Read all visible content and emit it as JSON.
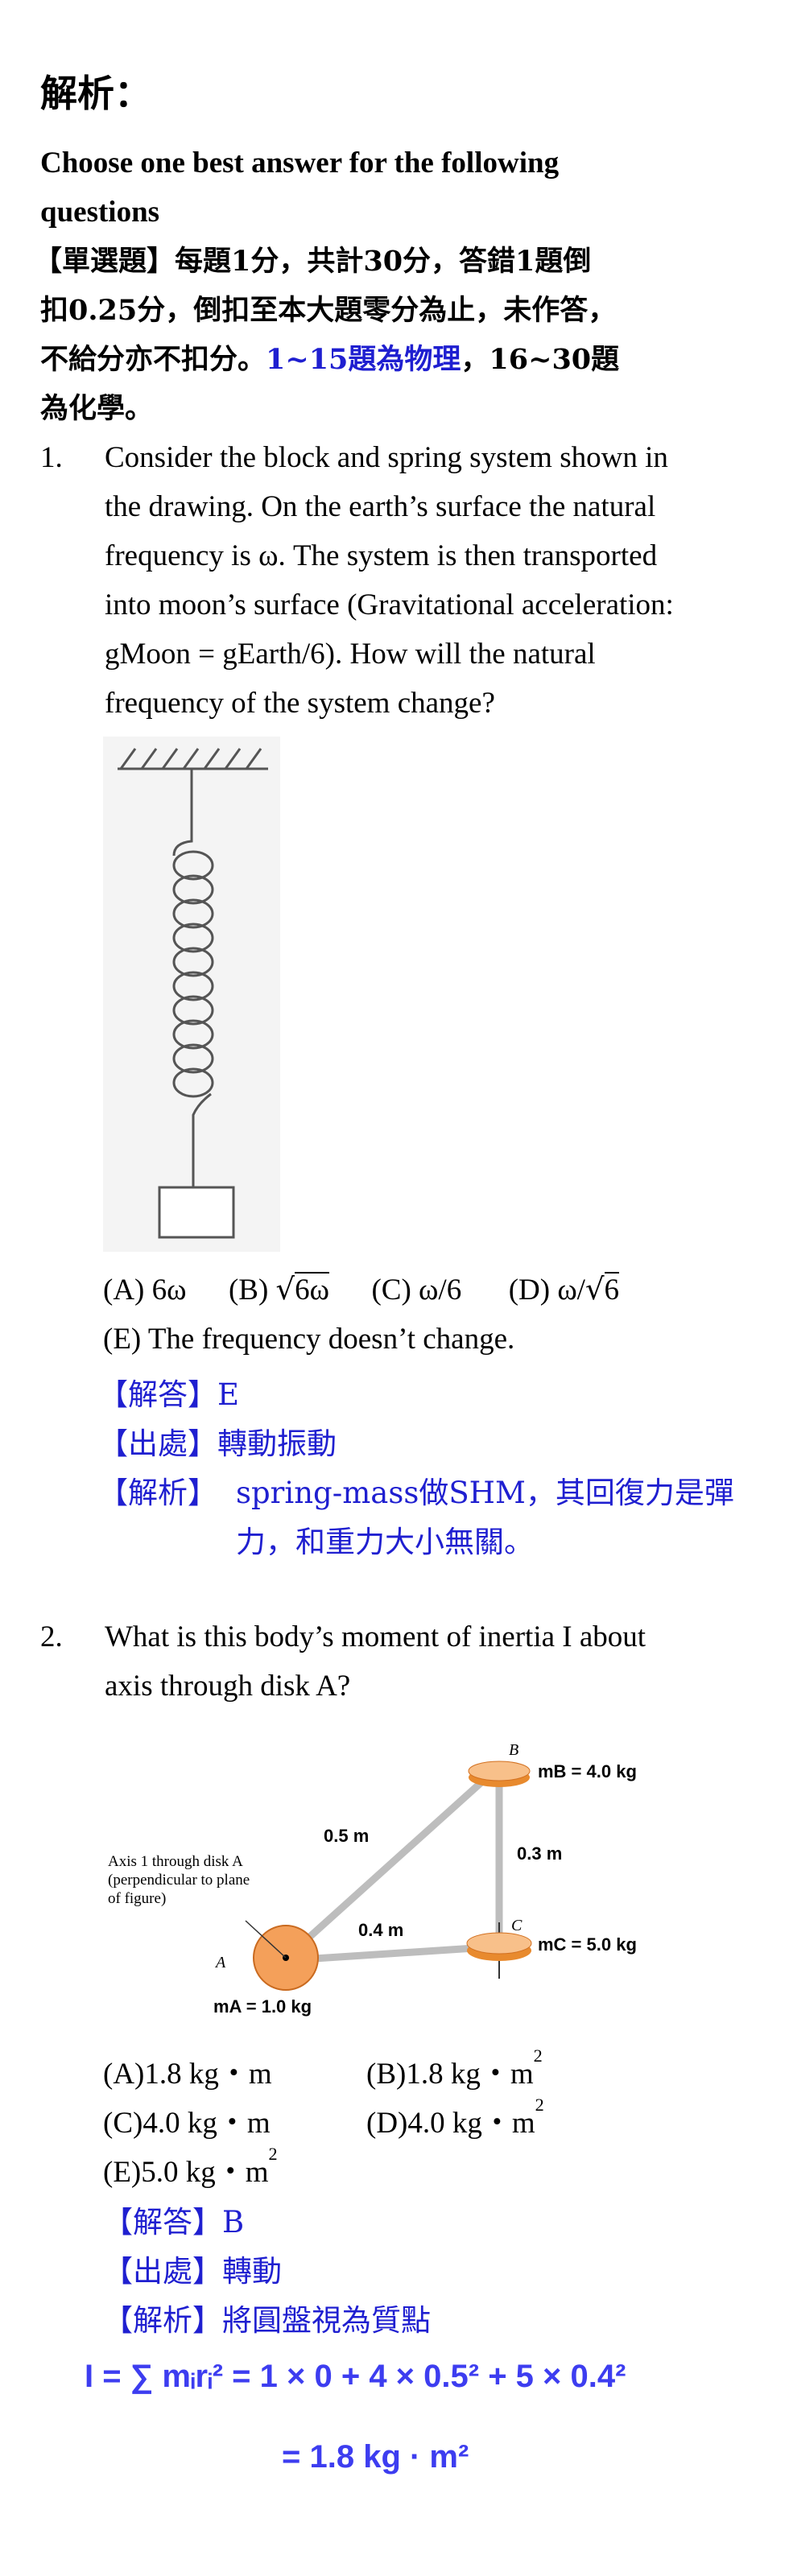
{
  "page_title": "解析：",
  "instructions": {
    "line1": "Choose one best answer for the following",
    "line2": "questions",
    "rule1": "【單選題】每題1分，共計30分，答錯1題倒",
    "rule2": "扣0.25分，倒扣至本大題零分為止，未作答，",
    "rule3a": "不給分亦不扣分。",
    "rule3b": "1~15題為物理",
    "rule3c": "，16~30題",
    "rule4": "為化學。"
  },
  "q1": {
    "number": "1.",
    "lines": [
      "Consider the block and spring system shown in",
      "the drawing. On the earth’s surface the natural",
      "frequency is ω. The system is then transported",
      "into moon’s surface (Gravitational acceleration:",
      "gMoon = gEarth/6). How will the natural",
      "frequency of the system change?"
    ],
    "options": {
      "a": "(A) 6ω",
      "b_pre": "(B)",
      "b_post": "6ω",
      "c": "(C)  ω/6",
      "d_pre": "(D)  ω/",
      "d_post": "6",
      "e": "(E) The frequency doesn’t change."
    },
    "answer": "【解答】E",
    "source": "【出處】轉動振動",
    "explain_head": "【解析】",
    "explain1": "spring-mass做SHM，其回復力是彈",
    "explain2": "力，和重力大小無關。"
  },
  "q2": {
    "number": "2.",
    "lines": [
      "What is this body’s moment of inertia I about",
      "axis through disk A?"
    ],
    "figure": {
      "axis_line1": "Axis 1 through disk A",
      "axis_line2": "(perpendicular to plane",
      "axis_line3": "of figure)",
      "a": "A",
      "b": "B",
      "c": "C",
      "mb": "mB = 4.0 kg",
      "mc": "mC = 5.0 kg",
      "ma": "mA = 1.0 kg",
      "d05": "0.5 m",
      "d03": "0.3 m",
      "d04": "0.4 m"
    },
    "options": {
      "a": "(A)1.8 kg・m",
      "b": "(B)1.8 kg・m",
      "c": "(C)4.0 kg・m",
      "d": "(D)4.0 kg・m",
      "e": "(E)5.0 kg・m",
      "sq": "2"
    },
    "answer": "【解答】B",
    "source": "【出處】轉動",
    "explain": "【解析】將圓盤視為質點",
    "eq1": "I = ∑ mᵢrᵢ² = 1 × 0 + 4 × 0.5² + 5 × 0.4²",
    "eq2": "= 1.8  kg · m²"
  }
}
